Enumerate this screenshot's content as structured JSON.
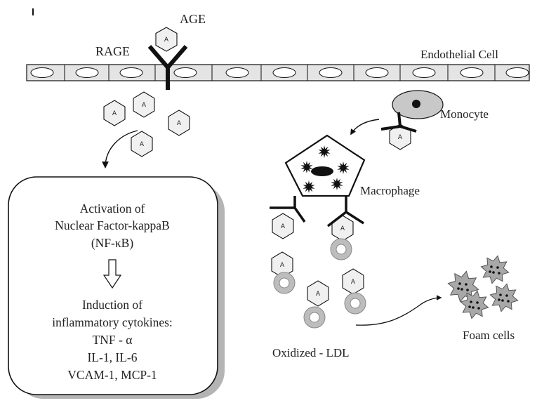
{
  "labels": {
    "age": "AGE",
    "rage": "RAGE",
    "endothelial": "Endothelial Cell",
    "monocyte": "Monocyte",
    "macrophage": "Macrophage",
    "foam_cells": "Foam cells",
    "oxidized_ldl": "Oxidized - LDL",
    "age_glyph": "A"
  },
  "nfkb_box": {
    "lines": [
      "Activation of",
      "Nuclear Factor-kappaB",
      "(NF-κB)",
      "",
      "Induction of",
      "inflammatory cytokines:",
      "TNF - α",
      "IL-1, IL-6",
      "VCAM-1, MCP-1"
    ]
  },
  "colors": {
    "line": "#111111",
    "membrane_fill": "#e4e4e4",
    "age_fill": "#f0f0f0",
    "monocyte_fill": "#c8c8c8",
    "ldl_ring": "#bdbdbd",
    "foam_fill": "#a8a8a8",
    "box_shadow": "#b4b4b4"
  }
}
